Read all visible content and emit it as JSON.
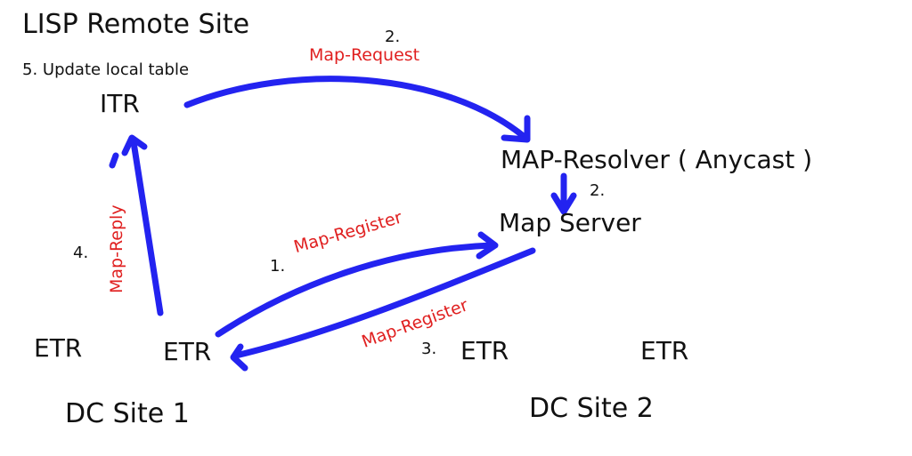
{
  "titles": {
    "remote_site": "LISP Remote Site",
    "dc_site_1": "DC Site 1",
    "dc_site_2": "DC Site 2"
  },
  "nodes": {
    "itr": "ITR",
    "map_resolver": "MAP-Resolver ( Anycast )",
    "map_server": "Map Server",
    "etr_1a": "ETR",
    "etr_1b": "ETR",
    "etr_2a": "ETR",
    "etr_2b": "ETR"
  },
  "steps": {
    "step1": {
      "number": "1.",
      "message": "Map-Register"
    },
    "step2_request": {
      "number": "2.",
      "message": "Map-Request"
    },
    "step2_forward": {
      "number": "2."
    },
    "step3": {
      "number": "3.",
      "message": "Map-Register"
    },
    "step4": {
      "number": "4.",
      "message": "Map-Reply"
    },
    "step5": {
      "label": "5. Update local table"
    }
  },
  "colors": {
    "arrow": "#2323f0",
    "message": "#e02020",
    "text": "#111111"
  }
}
